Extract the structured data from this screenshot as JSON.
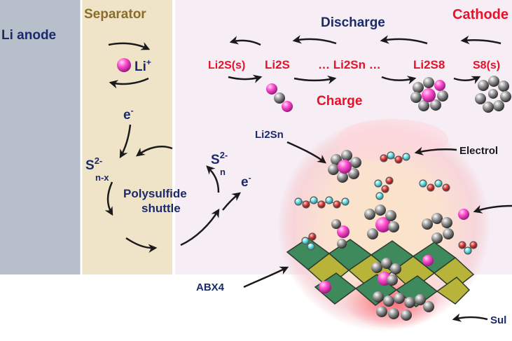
{
  "regions": {
    "anode": "Li anode",
    "separator": "Separator",
    "cathode": "Cathode"
  },
  "reaction": {
    "discharge": "Discharge",
    "charge": "Charge",
    "species": [
      "Li2S(s)",
      "Li2S",
      "… Li2Sn …",
      "Li2S8",
      "S8(s)"
    ]
  },
  "separator_labels": {
    "li_ion": "Li",
    "li_ion_sup": "+",
    "electron_left": "e",
    "electron_left_sup": "-",
    "electron_right": "e",
    "electron_right_sup": "-",
    "s_n_x": "S",
    "s_n_x_sup": "2-",
    "s_n_x_sub": "n-x",
    "s_n": "S",
    "s_n_sup": "2-",
    "s_n_sub": "n",
    "shuttle_line1": "Polysulfide",
    "shuttle_line2": "shuttle"
  },
  "callouts": {
    "li2sn": "Li2Sn",
    "electrolyte": "Electrol",
    "abx4": "ABX4",
    "sulfur": "Sul"
  },
  "colors": {
    "anode": "#b7bfcb",
    "separator": "#efe4c8",
    "cathode_bg": "#f6eef4",
    "navy": "#1b2a6b",
    "red": "#e8102a",
    "sep_text": "#8a6d2a",
    "li_ion": "#ff4fd0",
    "sulfur_atom": "#8c8c8c",
    "crystal_green": "#3f8a5c",
    "crystal_yellow": "#b8b43a"
  }
}
